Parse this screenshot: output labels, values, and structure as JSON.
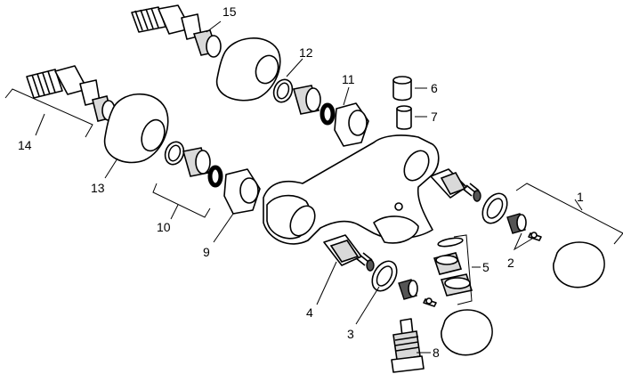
{
  "diagram": {
    "callouts": [
      "1",
      "2",
      "3",
      "4",
      "5",
      "6",
      "7",
      "8",
      "9",
      "10",
      "11",
      "12",
      "13",
      "14",
      "15"
    ]
  }
}
